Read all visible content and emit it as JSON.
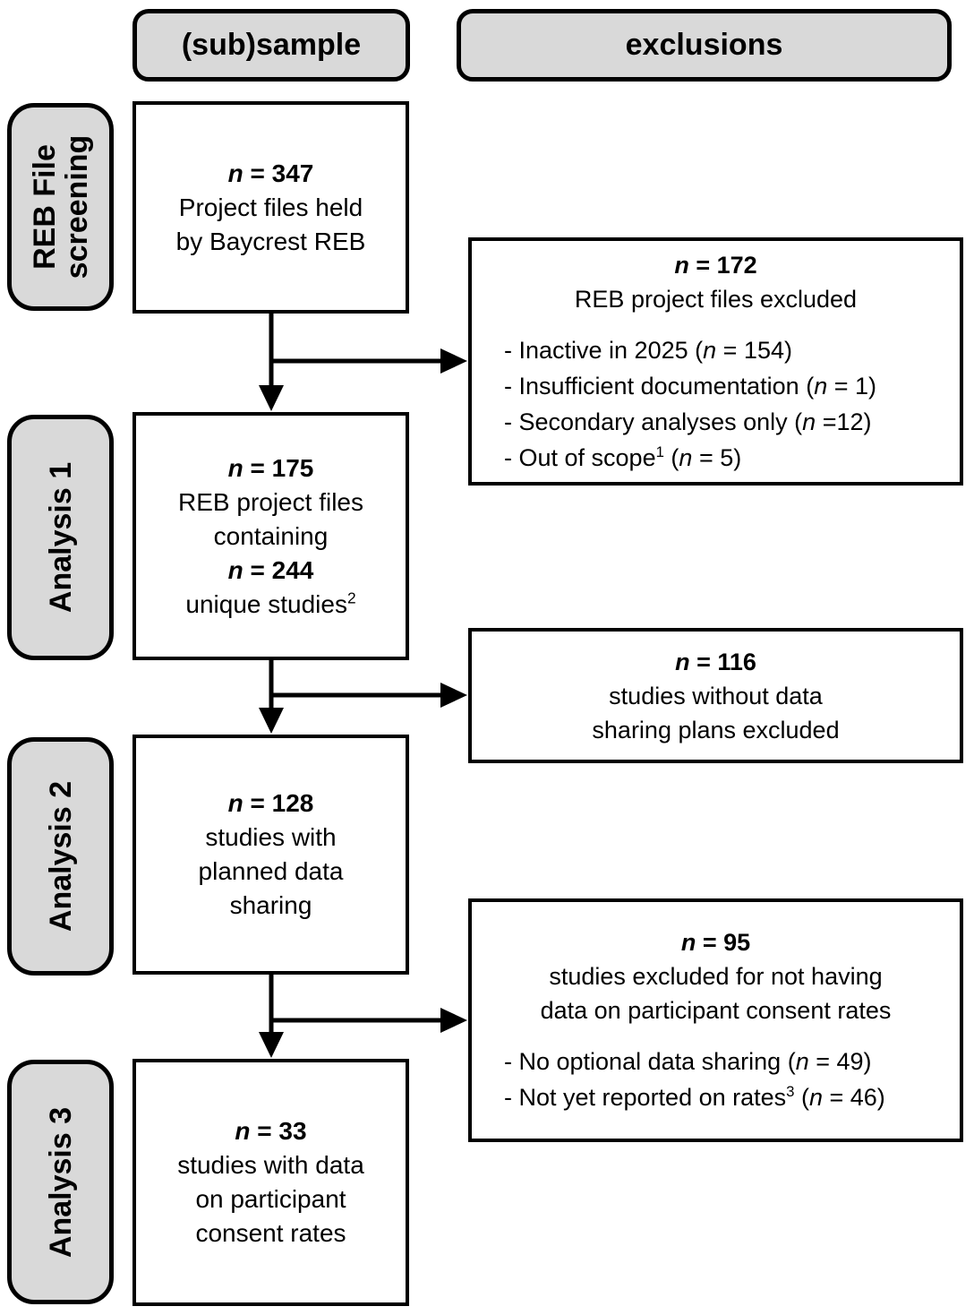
{
  "diagram": {
    "column_headers": {
      "subsample": "(sub)sample",
      "exclusions": "exclusions"
    },
    "row_labels": [
      "REB File screening",
      "Analysis 1",
      "Analysis 2",
      "Analysis 3"
    ],
    "flow_boxes": [
      {
        "name": "reb-file-screening",
        "lines": [
          "*n* = 347",
          "Project files held",
          "by Baycrest REB"
        ]
      },
      {
        "name": "analysis-1",
        "lines": [
          "*n* = 175",
          "REB project files",
          "containing",
          "*n* = 244",
          "unique studies^2^"
        ]
      },
      {
        "name": "analysis-2",
        "lines": [
          "*n* = 128",
          "studies with",
          "planned data",
          "sharing"
        ]
      },
      {
        "name": "analysis-3",
        "lines": [
          "*n* = 33",
          "studies with data",
          "on participant",
          "consent rates"
        ]
      }
    ],
    "exclusion_boxes": [
      {
        "title_lines": [
          "*n* = 172",
          "REB project files excluded"
        ],
        "bullets": [
          "- Inactive in 2025 (*n* = 154)",
          "- Insufficient documentation (*n* = 1)",
          "- Secondary analyses only (*n* =12)",
          "- Out of scope^1^ (*n* = 5)"
        ]
      },
      {
        "title_lines": [
          "*n* = 116",
          "studies without data",
          "sharing plans excluded"
        ],
        "bullets": []
      },
      {
        "title_lines": [
          "*n* = 95",
          "studies excluded for not having",
          "data on participant consent rates"
        ],
        "bullets": [
          "- No optional data sharing (*n* = 49)",
          "- Not yet reported on rates^3^ (*n* = 46)"
        ]
      }
    ],
    "colors": {
      "box_fill_gray": "#d9d9d9",
      "line_black": "#000000",
      "background": "#ffffff"
    }
  }
}
